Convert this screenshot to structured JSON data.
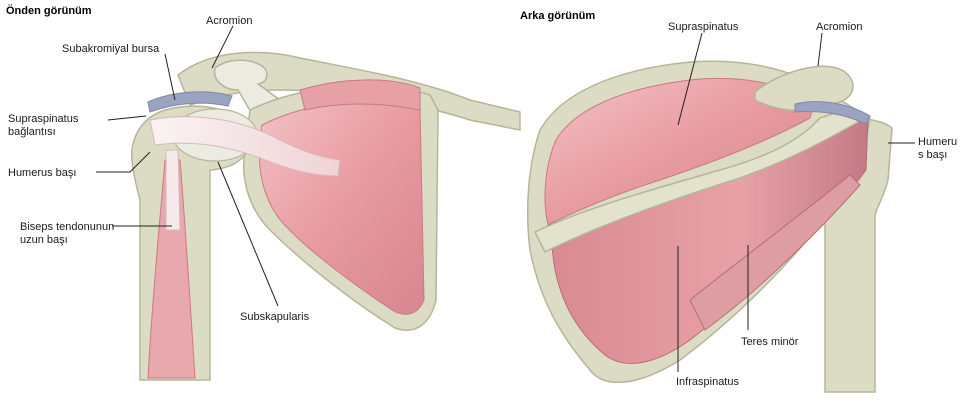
{
  "views": {
    "front": {
      "title": "Önden görünüm",
      "labels": {
        "acromion": "Acromion",
        "subacromial_bursa": "Subakromiyal bursa",
        "supraspinatus_attach_1": "Supraspinatus",
        "supraspinatus_attach_2": "bağlantısı",
        "humerus_head": "Humerus başı",
        "biceps_1": "Biseps tendonunun",
        "biceps_2": "uzun başı",
        "subscapularis": "Subskapularis"
      }
    },
    "back": {
      "title": "Arka görünüm",
      "labels": {
        "supraspinatus": "Supraspinatus",
        "acromion": "Acromion",
        "humerus_head_1": "Humeru",
        "humerus_head_2": "s başı",
        "teres_minor": "Teres minör",
        "infraspinatus": "Infraspinatus"
      }
    }
  },
  "colors": {
    "bone": "#dcdcc4",
    "bone_outline": "#b5b59a",
    "muscle": "#e59aa0",
    "muscle_dark": "#c97a82",
    "tendon": "#f6e9ea",
    "bursa": "#9aa3c0"
  }
}
